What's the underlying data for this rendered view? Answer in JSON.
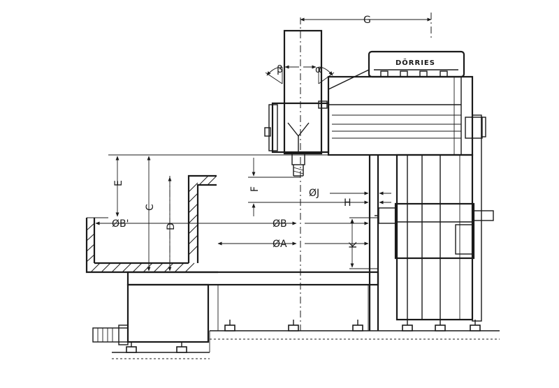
{
  "brand": "DÖRRIES",
  "dimension_labels": {
    "G": "G",
    "beta": "β",
    "alpha": "α",
    "E": "E",
    "C": "C",
    "D": "D",
    "B_prime": "ØB'",
    "F": "F",
    "J": "ØJ",
    "H": "H",
    "B": "ØB",
    "A": "ØA",
    "K": "K"
  },
  "colors": {
    "ink": "#1a1a1a",
    "paper": "#ffffff"
  }
}
